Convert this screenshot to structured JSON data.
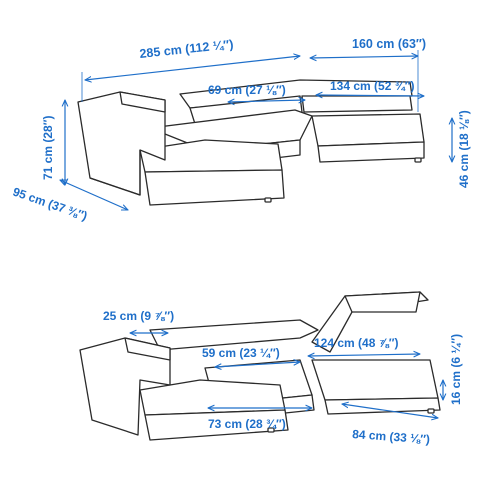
{
  "colors": {
    "dimension": "#1f6fc9",
    "outline": "#2b2b2b",
    "background": "#ffffff"
  },
  "top_view": {
    "overall_width": "285 cm (112 ¼″)",
    "chaise_length": "160 cm (63″)",
    "seat_depth": "69 cm (27 ⅛″)",
    "chaise_width": "134 cm (52 ¾″)",
    "height": "71 cm (28″)",
    "depth": "95 cm (37 ⅜″)",
    "seat_height": "46 cm (18 ⅛″)"
  },
  "bottom_view": {
    "armrest_width": "25 cm (9 ⅞″)",
    "storage_width": "59 cm (23 ¼″)",
    "storage_opening": "124 cm (48 ⅞″)",
    "storage_height": "16 cm (6 ¼″)",
    "storage_length": "73 cm (28 ¾″)",
    "storage_depth": "84 cm (33 ⅛″)"
  }
}
